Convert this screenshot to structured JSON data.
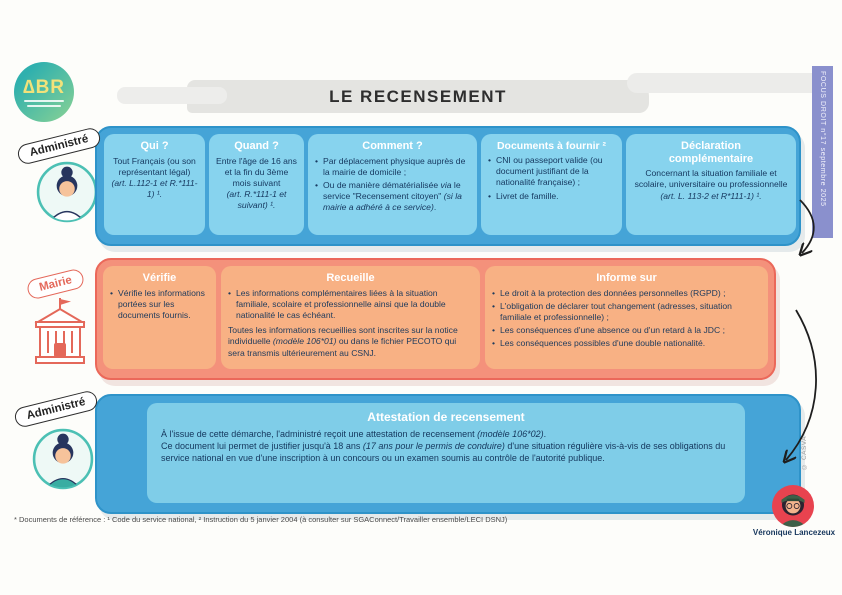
{
  "meta": {
    "title": "LE RECENSEMENT",
    "banner": "FOCUS DROIT n°17 septembre 2025",
    "logo_text": "∆BR",
    "credit_name": "Véronique Lancezeux",
    "copyright": "© CASVA",
    "footnote": "* Documents de référence : ¹ Code du service national, ² Instruction du 5 janvier 2004 (à consulter sur SGAConnect/Travailler ensemble/LECI DSNJ)"
  },
  "actors": {
    "row1": "Administré",
    "row2": "Mairie",
    "row3": "Administré"
  },
  "r1c1": {
    "title": "Qui ?",
    "text": "Tout Français (ou son représentant légal)",
    "ref": "(art. L.112-1 et R.*111-1) ¹."
  },
  "r1c2": {
    "title": "Quand ?",
    "text": "Entre l'âge de 16 ans et la fin du 3ème mois suivant",
    "ref": "(art. R.*111-1 et suivant) ¹."
  },
  "r1c3": {
    "title": "Comment ?",
    "b1": "Par déplacement physique auprès de la mairie de domicile ;",
    "b2_pre": "Ou de manière dématérialisée ",
    "b2_it1": "via",
    "b2_mid": " le service \"Recensement citoyen\" ",
    "b2_it2": "(si la mairie a adhéré à ce service)",
    "b2_end": "."
  },
  "r1c4": {
    "title": "Documents à fournir ²",
    "b1": "CNI ou passeport valide (ou document justifiant de la nationalité française) ;",
    "b2": "Livret de famille."
  },
  "r1c5": {
    "title": "Déclaration complémentaire",
    "text": "Concernant la situation familiale et scolaire, universitaire ou professionnelle",
    "ref": "(art. L. 113-2 et R*111-1) ¹."
  },
  "r2c1": {
    "title": "Vérifie",
    "b1": "Vérifie les informations portées sur les documents fournis."
  },
  "r2c2": {
    "title": "Recueille",
    "b1": "Les informations complémentaires liées à la situation familiale, scolaire et professionnelle ainsi que la double nationalité le cas échéant.",
    "p_pre": "Toutes les informations recueillies sont inscrites sur la notice individuelle ",
    "p_it": "(modèle 106*01)",
    "p_end": " ou dans le fichier PECOTO qui sera transmis ultérieurement au CSNJ."
  },
  "r2c3": {
    "title": "Informe sur",
    "b1": "Le droit à la protection des données personnelles (RGPD) ;",
    "b2": "L'obligation de déclarer tout changement (adresses, situation familiale et professionnelle) ;",
    "b3": "Les conséquences d'une absence ou d'un retard à la JDC ;",
    "b4": "Les conséquences possibles d'une double nationalité."
  },
  "attestation": {
    "title": "Attestation de recensement",
    "l1_pre": "À l'issue de cette démarche, l'administré reçoit une attestation de recensement ",
    "l1_it": "(modèle 106*02)",
    "l1_end": ".",
    "l2_pre": "Ce document lui permet de justifier jusqu'à 18 ans ",
    "l2_it": "(17 ans pour le permis de conduire)",
    "l2_end": " d'une situation régulière vis-à-vis de ses obligations du service national en vue d'une inscription à un concours ou un examen soumis au contrôle de l'autorité publique."
  }
}
